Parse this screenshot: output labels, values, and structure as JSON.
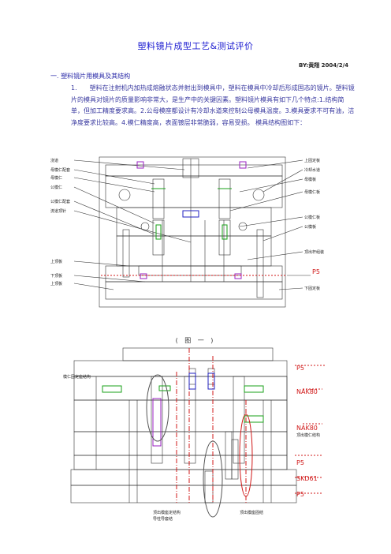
{
  "doc": {
    "title": "塑料镜片成型工艺&测试评价",
    "byline": "BY:黄翔  2004/2/4",
    "section_heading": "一. 塑料镜片用模具及其结构",
    "para_number": "1.",
    "paragraph": "塑料在注射机内加热成熔融状态并射出到模具中，塑料在模具中冷却后形成固态的镜片。塑料镜片的模具对镜片的质量影响非常大，是生产中的关键因素。塑料镜片模具有如下几个特点:1.结构简单，但加工精度要求高。2.公母模座都设计有冷却水道来控制公母模具温度。3.模具要求不可有油，洁净度要求比较高。4.模仁精度高，表面镀层非常脆弱，容易受损。   模具结构图如下：",
    "figure_caption": "( 图  一 )"
  },
  "figure1": {
    "labels_left": [
      "浇道",
      "母模仁配套",
      "母模仁",
      "公模仁",
      "公模仁配套",
      "流道顶针",
      "上顶板",
      "下顶板",
      "上顶板"
    ],
    "labels_right": [
      "上固定板",
      "冷却水道",
      "母模板",
      "母模仁板",
      "公模仁板",
      "公模板",
      "顶出杆组装",
      "P5",
      "下固定板"
    ]
  },
  "figure2": {
    "labels_left": [
      "模仁固定座结构"
    ],
    "labels_right": [
      "P5",
      "NAK80",
      "NAK80",
      "顶出模仁结构",
      "P5",
      "SKD61",
      "P5"
    ],
    "labels_bottom_left": [
      "顶出模座定结构",
      "导柱导套结"
    ],
    "labels_bottom_right": [
      "顶出模座固结"
    ]
  },
  "colors": {
    "title": "#1a1ad0",
    "line": "#333333",
    "red": "#d01818",
    "green": "#1aa01a",
    "blue": "#2020c0",
    "purple": "#9a20c0"
  }
}
